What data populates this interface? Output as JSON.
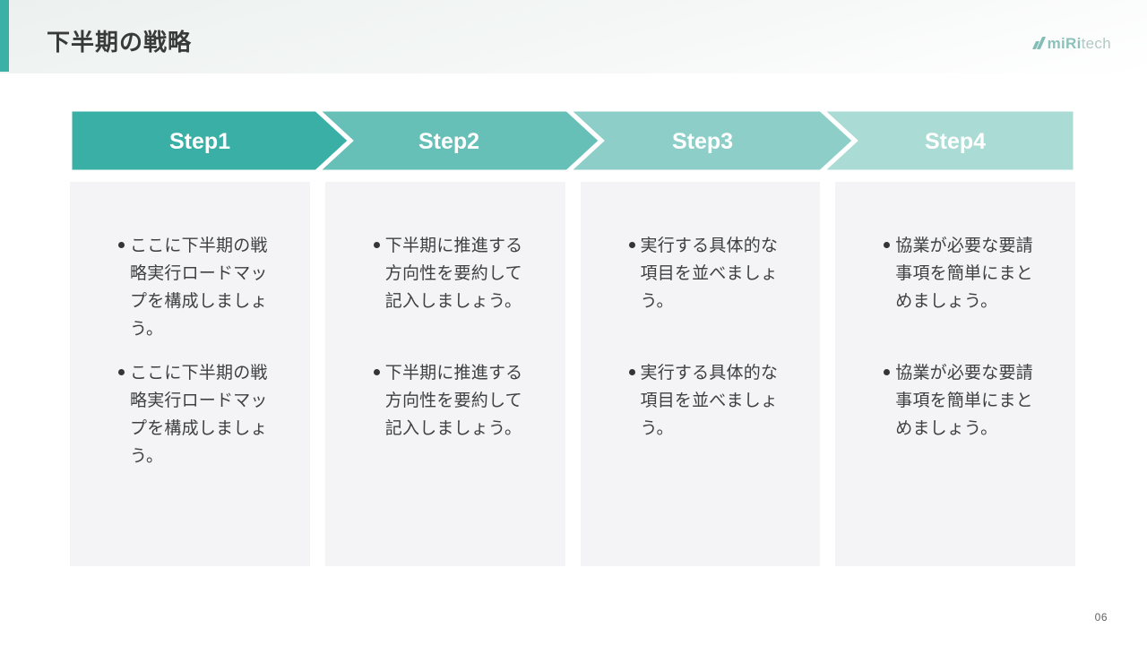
{
  "header": {
    "title": "下半期の戦略",
    "logo_primary": "miRi",
    "logo_secondary": "tech"
  },
  "colors": {
    "accent_teal": "#3bb0a6",
    "box_background": "#f4f3f6",
    "step_label_text": "#ffffff"
  },
  "steps": [
    {
      "label": "Step1",
      "band_color": "#3aafa5",
      "bullets": [
        "ここに下半期の戦\n略実行ロードマッ\nプを構成しましょ\nう。",
        "ここに下半期の戦\n略実行ロードマッ\nプを構成しましょ\nう。"
      ]
    },
    {
      "label": "Step2",
      "band_color": "#66c0b7",
      "bullets": [
        "下半期に推進する\n方向性を要約して\n記入しましょう。",
        "下半期に推進する\n方向性を要約して\n記入しましょう。"
      ]
    },
    {
      "label": "Step3",
      "band_color": "#8dcfc8",
      "bullets": [
        "実行する具体的な\n項目を並べましょ\nう。",
        "実行する具体的な\n項目を並べましょ\nう。"
      ]
    },
    {
      "label": "Step4",
      "band_color": "#abdbd5",
      "bullets": [
        "協業が必要な要請\n事項を簡単にまと\nめましょう。",
        "協業が必要な要請\n事項を簡単にまと\nめましょう。"
      ]
    }
  ],
  "footer": {
    "page_number": "06"
  }
}
